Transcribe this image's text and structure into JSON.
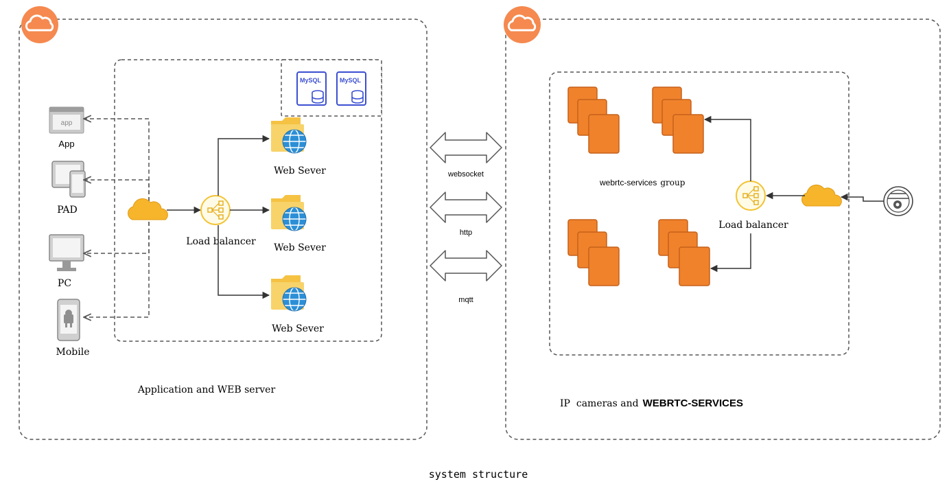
{
  "left_panel": {
    "caption": "Application and WEB server",
    "clients": {
      "app_icon_text": "app",
      "app": "App",
      "pad": "PAD",
      "pc": "PC",
      "mobile": "Mobile"
    },
    "database_label": "MySQL",
    "load_balancer": "Load balancer",
    "web_servers": [
      "Web Sever",
      "Web Sever",
      "Web Sever"
    ]
  },
  "protocols": [
    "websocket",
    "http",
    "mqtt"
  ],
  "right_panel": {
    "caption_prefix": "IP  cameras and",
    "caption_bold": "WEBRTC-SERVICES",
    "group_label_prefix": "webrtc-services",
    "group_label_suffix": "group",
    "load_balancer": "Load balancer"
  },
  "footer_caption": "system structure",
  "colors": {
    "cloud_orange": "#f5894f",
    "cloud_yellow": "#f7b52c",
    "instance_orange": "#f0822c",
    "instance_edge": "#c5611a",
    "mysql_blue": "#3b4fd1",
    "globe_blue": "#2c8fd6",
    "folder_yellow": "#f5c243",
    "dash_gray": "#555555"
  },
  "icons": [
    "cloud-icon",
    "app-window-icon",
    "tablet-icon",
    "monitor-icon",
    "android-phone-icon",
    "mysql-db-icon",
    "web-server-icon",
    "load-balancer-icon",
    "compute-instance-icon",
    "ip-camera-icon",
    "double-arrow-icon"
  ]
}
